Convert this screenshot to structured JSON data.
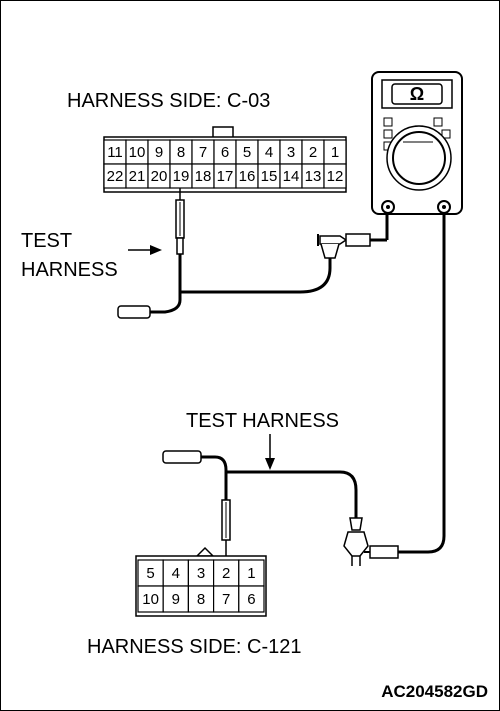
{
  "labels": {
    "harness_side_top": "HARNESS SIDE: C-03",
    "test_harness_left_line1": "TEST",
    "test_harness_left_line2": "HARNESS",
    "test_harness_mid": "TEST HARNESS",
    "harness_side_bottom": "HARNESS SIDE: C-121",
    "figure_code": "AC204582GD",
    "meter_symbol": "Ω"
  },
  "connector_c03": {
    "top_row": [
      "11",
      "10",
      "9",
      "8",
      "7",
      "6",
      "5",
      "4",
      "3",
      "2",
      "1"
    ],
    "bottom_row": [
      "22",
      "21",
      "20",
      "19",
      "18",
      "17",
      "16",
      "15",
      "14",
      "13",
      "12"
    ],
    "probed_pin": "19"
  },
  "connector_c121": {
    "top_row": [
      "5",
      "4",
      "3",
      "2",
      "1"
    ],
    "bottom_row": [
      "10",
      "9",
      "8",
      "7",
      "6"
    ],
    "probed_pin": "2"
  }
}
